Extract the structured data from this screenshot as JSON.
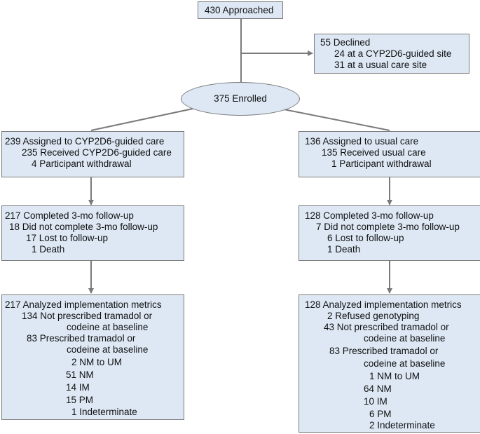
{
  "approached": "430 Approached",
  "declined": {
    "title": "55 Declined",
    "lines": [
      "24 at a CYP2D6-guided site",
      "31 at a usual care site"
    ]
  },
  "enrolled": "375 Enrolled",
  "left": {
    "assigned": [
      "239 Assigned to CYP2D6-guided care",
      "235 Received CYP2D6-guided care",
      "4 Participant withdrawal"
    ],
    "followup": [
      "217 Completed 3-mo follow-up",
      "18 Did not complete 3-mo follow-up",
      "17 Lost to follow-up",
      "1 Death"
    ],
    "analyzed": [
      "217 Analyzed implementation metrics",
      "134 Not prescribed tramadol or",
      "codeine at baseline",
      "83 Prescribed tramadol or",
      "codeine at baseline",
      "2 NM to UM",
      "51 NM",
      "14 IM",
      "15 PM",
      "1 Indeterminate"
    ]
  },
  "right": {
    "assigned": [
      "136 Assigned to usual care",
      "135 Received usual care",
      "1 Participant withdrawal"
    ],
    "followup": [
      "128 Completed 3-mo follow-up",
      "7 Did not complete 3-mo follow-up",
      "6 Lost to follow-up",
      "1 Death"
    ],
    "analyzed": [
      "128 Analyzed implementation metrics",
      "2 Refused genotyping",
      "43 Not prescribed tramadol or",
      "codeine at baseline",
      "83 Prescribed tramadol or",
      "codeine at baseline",
      "1 NM to UM",
      "64 NM",
      "10 IM",
      "6 PM",
      "2 Indeterminate"
    ]
  }
}
